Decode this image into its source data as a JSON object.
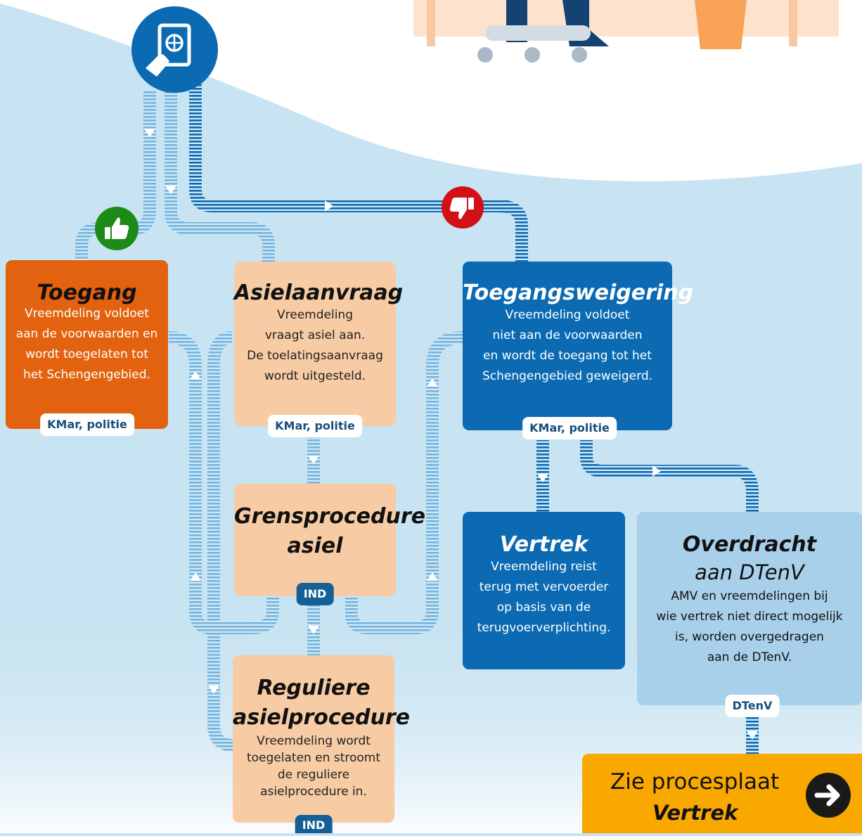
{
  "boxes": {
    "toegang": {
      "title": "Toegang",
      "lines": [
        "Vreemdeling voldoet",
        "aan de voorwaarden en",
        "wordt toegelaten tot",
        "het Schengengebied."
      ],
      "tag": "KMar, politie"
    },
    "asielaanvraag": {
      "title": "Asielaanvraag",
      "lines": [
        "Vreemdeling",
        "vraagt asiel aan.",
        "De toelatingsaanvraag",
        "wordt uitgesteld."
      ],
      "tag": "KMar, politie"
    },
    "toegangsweigering": {
      "title": "Toegangsweigering",
      "lines": [
        "Vreemdeling voldoet",
        "niet aan de voorwaarden",
        "en wordt de toegang tot het",
        "Schengengebied geweigerd."
      ],
      "tag": "KMar, politie"
    },
    "grensprocedure": {
      "title_lines": [
        "Grensprocedure",
        "asiel"
      ],
      "tag": "IND"
    },
    "vertrek": {
      "title": "Vertrek",
      "lines": [
        "Vreemdeling reist",
        "terug met vervoerder",
        "op basis van de",
        "terugvoerverplichting."
      ]
    },
    "overdracht": {
      "title": "Overdracht",
      "subtitle": "aan DTenV",
      "lines": [
        "AMV en vreemdelingen bij",
        "wie vertrek niet direct mogelijk",
        "is, worden overgedragen",
        "aan de DTenV."
      ],
      "tag": "DTenV"
    },
    "regulier": {
      "title_lines": [
        "Reguliere",
        "asielprocedure"
      ],
      "lines": [
        "Vreemdeling wordt",
        "toegelaten en stroomt",
        "de reguliere",
        "asielprocedure in."
      ],
      "tag": "IND"
    }
  },
  "cta": {
    "line1": "Zie procesplaat",
    "line2": "Vertrek"
  },
  "icons": [
    "passport-icon",
    "thumbs-up-icon",
    "thumbs-down-icon",
    "arrow-right-icon"
  ],
  "colors": {
    "orange": "#e2620f",
    "peach": "#f7cba4",
    "blue": "#0b6ab2",
    "light_blue": "#a9d0ea",
    "navy": "#154273",
    "green": "#1e8a18",
    "red": "#d31018",
    "yellow": "#f9a800",
    "page_blue": "#c8e3f1"
  }
}
